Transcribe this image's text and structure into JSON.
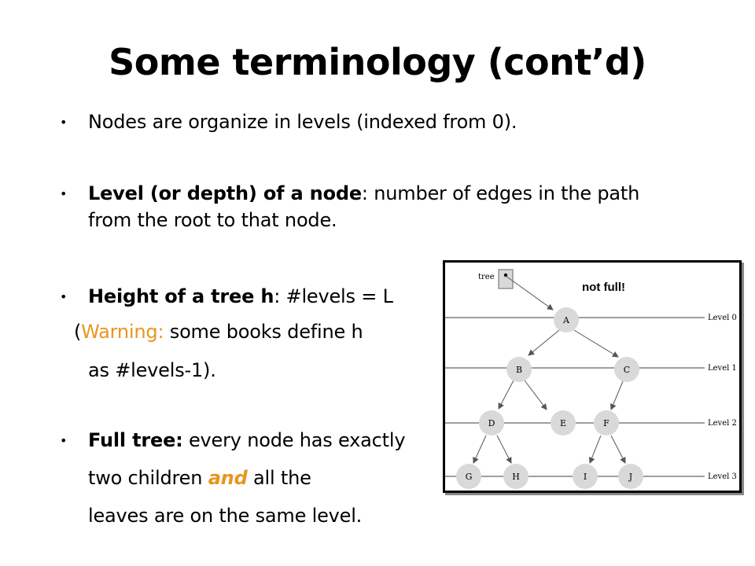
{
  "slide": {
    "title": "Some terminology (cont’d)",
    "bullets": {
      "b1": {
        "text": "Nodes are organize in levels (indexed from 0)."
      },
      "b2": {
        "term": "Level (or depth) of a node",
        "rest": ": number of edges in the path",
        "line2": "from the root to that node."
      },
      "b3": {
        "term": "Height of a tree h",
        "rest": ": #levels = L",
        "line2_open": "(",
        "line2_warning": "Warning:",
        "line2_rest": " some books define h",
        "line3": "as #levels-1)."
      },
      "b4": {
        "term": "Full tree:",
        "rest": " every node has exactly",
        "line2_pre": "two children ",
        "line2_and": "and",
        "line2_post": " all the",
        "line3": "leaves are on the same level."
      }
    },
    "bullet_glyph": "•"
  },
  "diagram": {
    "tree_label": "tree",
    "note": "not full!",
    "levels": [
      "Level 0",
      "Level 1",
      "Level 2",
      "Level 3"
    ],
    "nodes": [
      "A",
      "B",
      "C",
      "D",
      "E",
      "F",
      "G",
      "H",
      "I",
      "J"
    ],
    "colors": {
      "node_fill": "#d9d9d9",
      "line": "#666666",
      "accent": "#e8961f"
    }
  }
}
